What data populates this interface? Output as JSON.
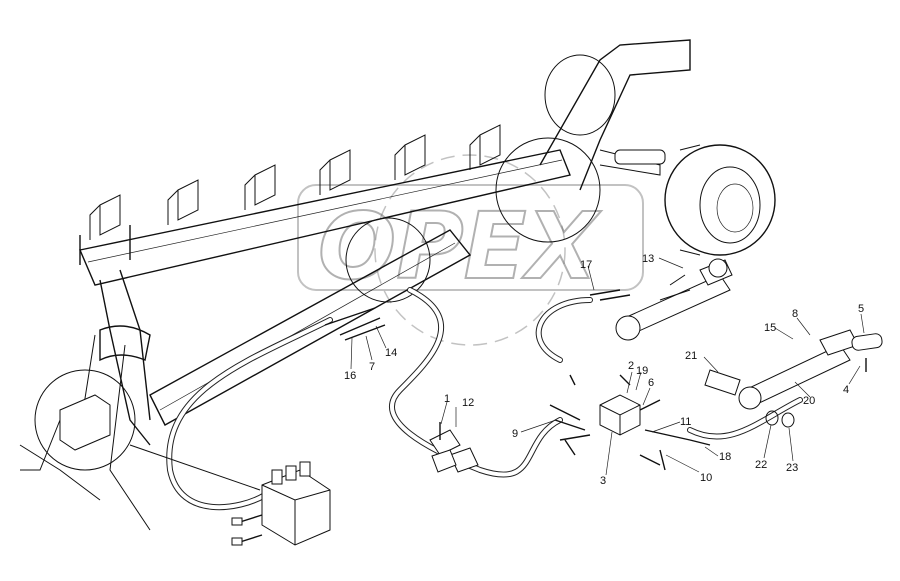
{
  "watermark": {
    "text": "OPEX"
  },
  "callouts": [
    {
      "label": "1"
    },
    {
      "label": "2"
    },
    {
      "label": "3"
    },
    {
      "label": "4"
    },
    {
      "label": "5"
    },
    {
      "label": "6"
    },
    {
      "label": "7"
    },
    {
      "label": "8"
    },
    {
      "label": "9"
    },
    {
      "label": "10"
    },
    {
      "label": "11"
    },
    {
      "label": "12"
    },
    {
      "label": "13"
    },
    {
      "label": "14"
    },
    {
      "label": "15"
    },
    {
      "label": "16"
    },
    {
      "label": "17"
    },
    {
      "label": "18"
    },
    {
      "label": "19"
    },
    {
      "label": "20"
    },
    {
      "label": "21"
    },
    {
      "label": "22"
    },
    {
      "label": "23"
    }
  ]
}
